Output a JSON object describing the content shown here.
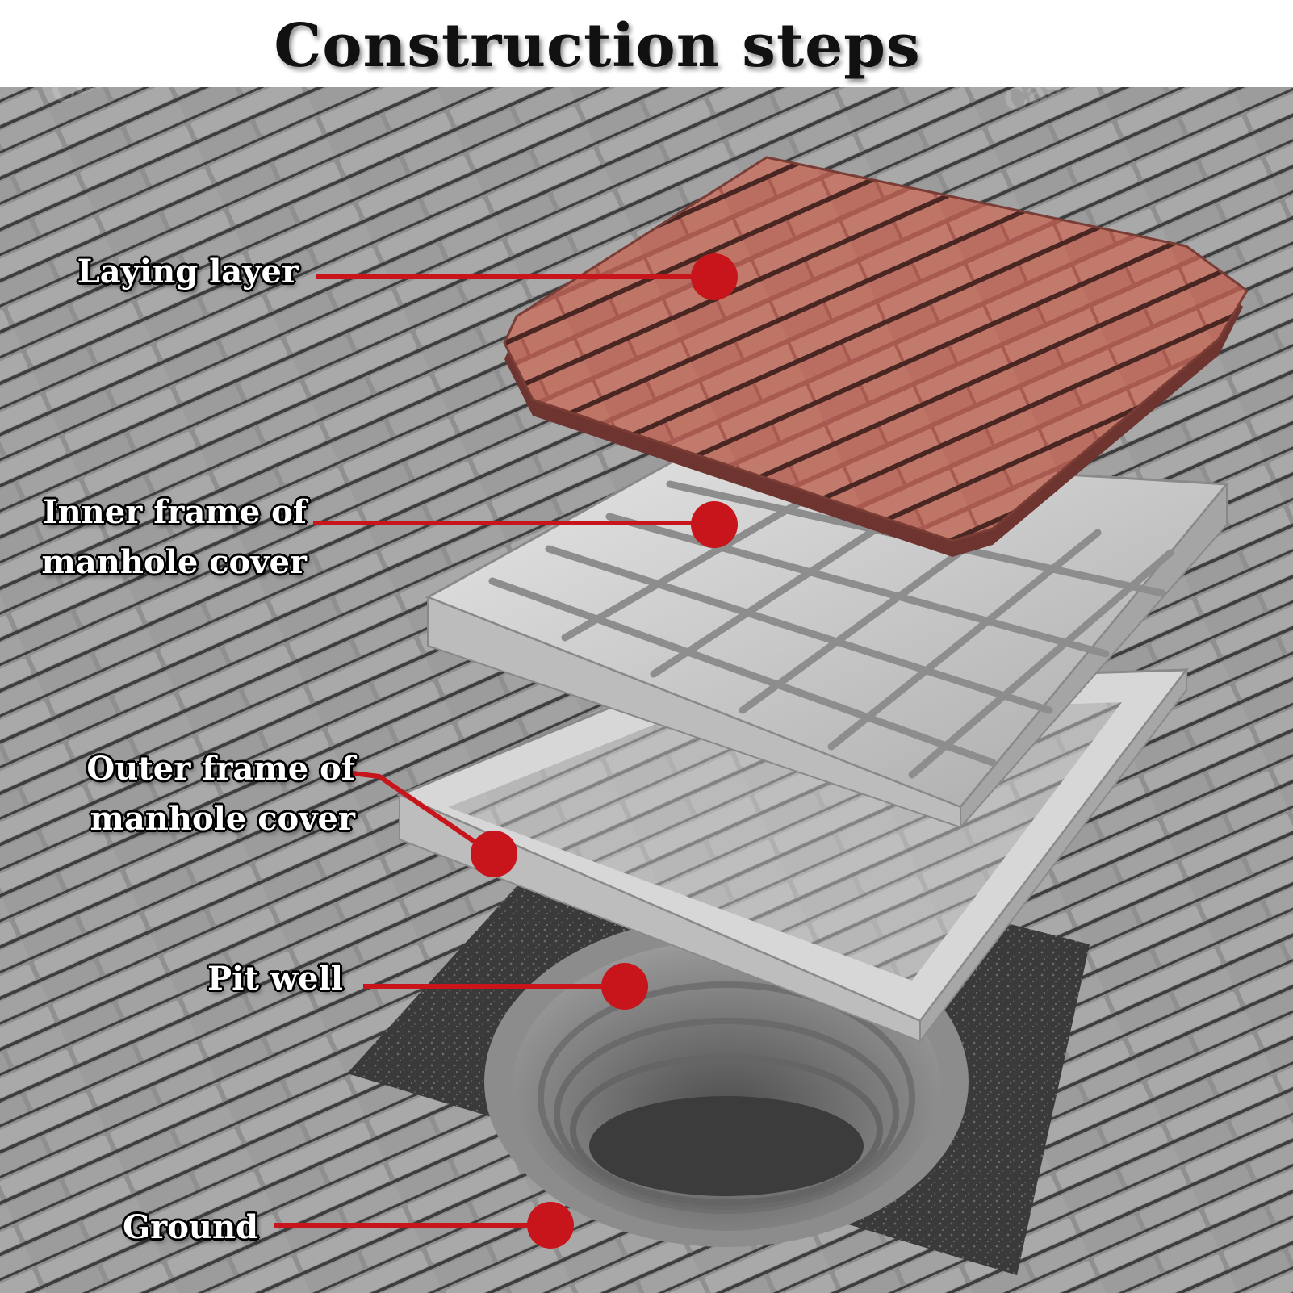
{
  "title": "Construction steps",
  "labels": {
    "laying_layer": "Laying layer",
    "inner_frame": "Inner frame of\nmanhole cover",
    "outer_frame": "Outer frame of\nmanhole cover",
    "pit_well": "Pit well",
    "ground": "Ground"
  },
  "watermark": "Cashwise",
  "colors": {
    "leader_red": "#c8141b",
    "brick_red": "#b86a5e",
    "steel": "#c9c9c9",
    "pavement": "#8a8a8a"
  }
}
